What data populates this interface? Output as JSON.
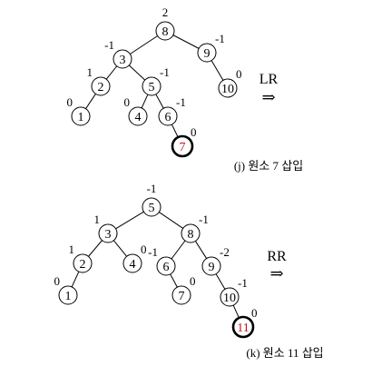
{
  "diagrams": [
    {
      "id": "j",
      "rotation": "LR",
      "arrow": "⇒",
      "caption": "(j) 원소 7 삽입",
      "nodes": [
        {
          "key": "8",
          "balance": "2"
        },
        {
          "key": "3",
          "balance": "-1"
        },
        {
          "key": "9",
          "balance": "-1"
        },
        {
          "key": "2",
          "balance": "1"
        },
        {
          "key": "5",
          "balance": "-1"
        },
        {
          "key": "10",
          "balance": "0"
        },
        {
          "key": "1",
          "balance": "0"
        },
        {
          "key": "4",
          "balance": "0"
        },
        {
          "key": "6",
          "balance": "-1"
        },
        {
          "key": "7",
          "balance": "0",
          "inserted": true
        }
      ],
      "edges": [
        [
          "8",
          "3"
        ],
        [
          "8",
          "9"
        ],
        [
          "3",
          "2"
        ],
        [
          "3",
          "5"
        ],
        [
          "9",
          "10"
        ],
        [
          "2",
          "1"
        ],
        [
          "5",
          "4"
        ],
        [
          "5",
          "6"
        ],
        [
          "6",
          "7"
        ]
      ]
    },
    {
      "id": "k",
      "rotation": "RR",
      "arrow": "⇒",
      "caption": "(k) 원소 11 삽입",
      "nodes": [
        {
          "key": "5",
          "balance": "-1"
        },
        {
          "key": "3",
          "balance": "1"
        },
        {
          "key": "8",
          "balance": "-1"
        },
        {
          "key": "2",
          "balance": "1"
        },
        {
          "key": "4",
          "balance": "0"
        },
        {
          "key": "6",
          "balance": "-1"
        },
        {
          "key": "9",
          "balance": "-2"
        },
        {
          "key": "1",
          "balance": "0"
        },
        {
          "key": "7",
          "balance": "0"
        },
        {
          "key": "10",
          "balance": "-1"
        },
        {
          "key": "11",
          "balance": "0",
          "inserted": true
        }
      ],
      "edges": [
        [
          "5",
          "3"
        ],
        [
          "5",
          "8"
        ],
        [
          "3",
          "2"
        ],
        [
          "3",
          "4"
        ],
        [
          "8",
          "6"
        ],
        [
          "8",
          "9"
        ],
        [
          "2",
          "1"
        ],
        [
          "6",
          "7"
        ],
        [
          "9",
          "10"
        ],
        [
          "10",
          "11"
        ]
      ]
    }
  ],
  "colors": {
    "stroke": "#000000",
    "text": "#000000",
    "inserted_text": "#c0141c",
    "background": "#ffffff"
  }
}
